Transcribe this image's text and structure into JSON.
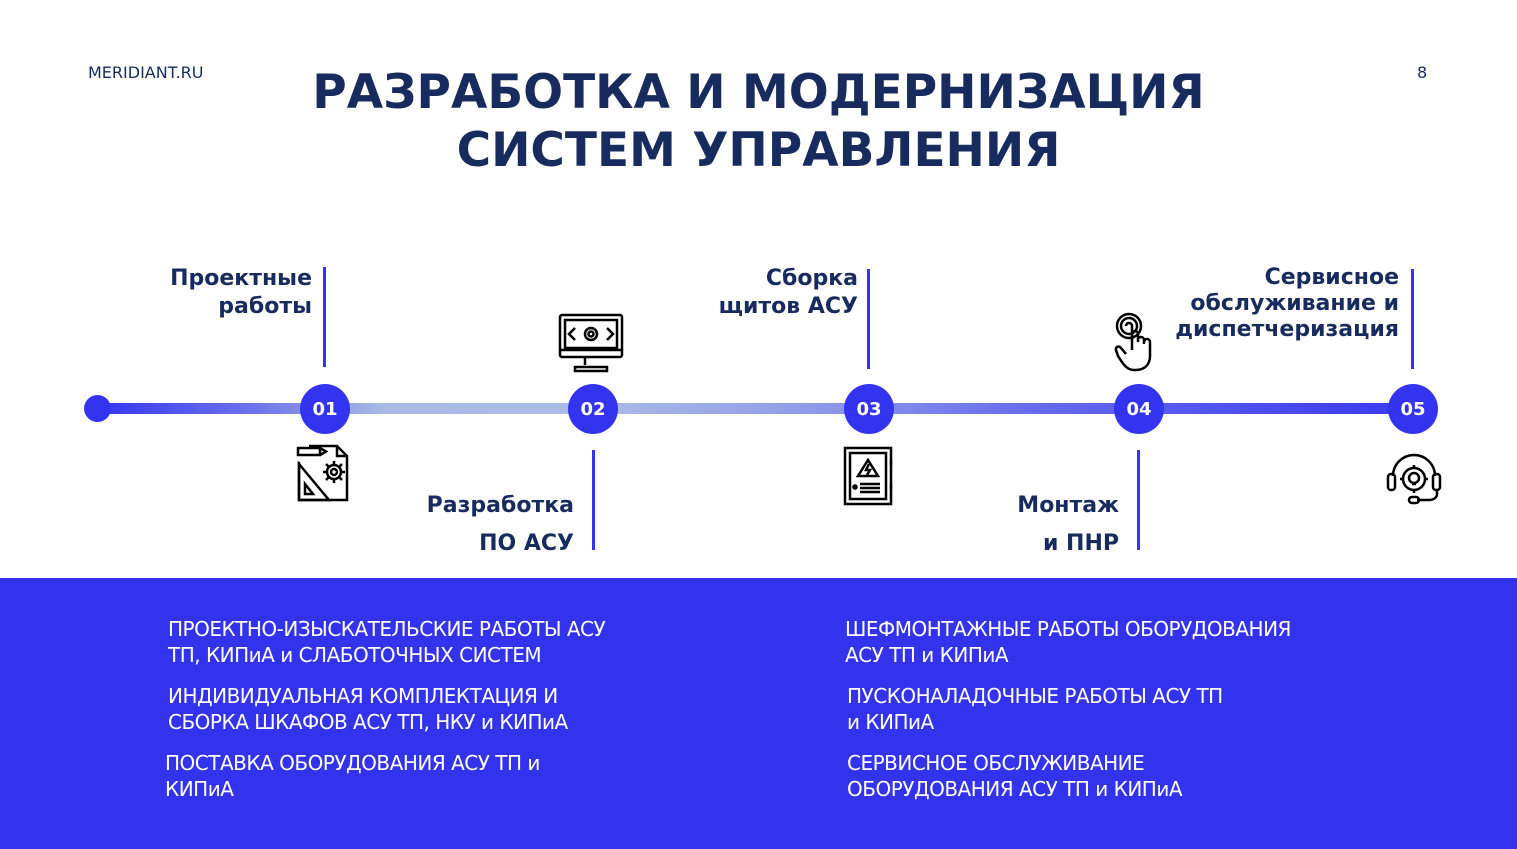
{
  "header": {
    "brand": "MERIDIANT.RU",
    "page_number": "8",
    "title_line1": "РАЗРАБОТКА И МОДЕРНИЗАЦИЯ",
    "title_line2": "СИСТЕМ УПРАВЛЕНИЯ"
  },
  "timeline": {
    "steps": [
      {
        "number": "01",
        "label_line1": "Проектные",
        "label_line2": "работы",
        "icon": "blueprint-gear-icon"
      },
      {
        "number": "02",
        "label_line1": "Разработка",
        "label_line2": "ПО АСУ",
        "icon": "monitor-code-icon"
      },
      {
        "number": "03",
        "label_line1": "Сборка",
        "label_line2": "щитов АСУ",
        "icon": "electrical-cabinet-icon"
      },
      {
        "number": "04",
        "label_line1": "Монтаж",
        "label_line2": "и ПНР",
        "icon": "hand-touch-icon"
      },
      {
        "number": "05",
        "label_line1": "Сервисное",
        "label_line2": "обслуживание и",
        "label_line3": "диспетчеризация",
        "icon": "headset-gear-icon"
      }
    ]
  },
  "services": {
    "left": [
      {
        "line1": "ПРОЕКТНО-ИЗЫСКАТЕЛЬСКИЕ РАБОТЫ АСУ",
        "line2": "ТП, КИПиА и СЛАБОТОЧНЫХ СИСТЕМ"
      },
      {
        "line1": "ИНДИВИДУАЛЬНАЯ КОМПЛЕКТАЦИЯ И",
        "line2": "СБОРКА ШКАФОВ АСУ ТП, НКУ и КИПиА"
      },
      {
        "line1": "ПОСТАВКА ОБОРУДОВАНИЯ АСУ ТП и",
        "line2": "КИПиА"
      }
    ],
    "right": [
      {
        "line1": "ШЕФМОНТАЖНЫЕ РАБОТЫ ОБОРУДОВАНИЯ",
        "line2": "АСУ ТП и КИПиА"
      },
      {
        "line1": "ПУСКОНАЛАДОЧНЫЕ РАБОТЫ АСУ ТП",
        "line2": "и КИПиА"
      },
      {
        "line1": "СЕРВИСНОЕ ОБСЛУЖИВАНИЕ",
        "line2": "ОБОРУДОВАНИЯ АСУ ТП и КИПиА"
      }
    ]
  },
  "colors": {
    "accent": "#3434f0",
    "navy": "#172b5e",
    "panel": "#3333ee"
  }
}
